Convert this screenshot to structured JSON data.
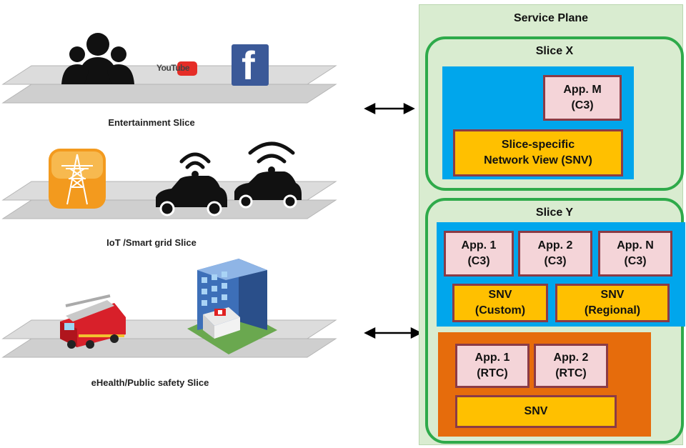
{
  "left_slices": [
    {
      "label": "Entertainment Slice"
    },
    {
      "label": "IoT /Smart grid Slice"
    },
    {
      "label": "eHealth/Public safety Slice"
    }
  ],
  "icons": {
    "youtube_text": "YouTube",
    "facebook_text": "f"
  },
  "service_plane": {
    "title": "Service Plane",
    "slice_x": {
      "title": "Slice X",
      "app_m": {
        "line1": "App. M",
        "line2": "(C3)"
      },
      "snv": {
        "line1": "Slice-specific",
        "line2": "Network View (SNV)"
      }
    },
    "slice_y": {
      "title": "Slice Y",
      "apps_c3": [
        {
          "line1": "App. 1",
          "line2": "(C3)"
        },
        {
          "line1": "App. 2",
          "line2": "(C3)"
        },
        {
          "line1": "App. N",
          "line2": "(C3)"
        }
      ],
      "snv_custom": {
        "line1": "SNV",
        "line2": "(Custom)"
      },
      "snv_regional": {
        "line1": "SNV",
        "line2": "(Regional)"
      },
      "apps_rtc": [
        {
          "line1": "App. 1",
          "line2": "(RTC)"
        },
        {
          "line1": "App. 2",
          "line2": "(RTC)"
        }
      ],
      "snv_rtc": {
        "line1": "SNV"
      }
    }
  },
  "colors": {
    "slice_border": "#2eaa4a",
    "plane_bg": "#d9ecd0",
    "blue_box": "#00a6ec",
    "orange_box": "#e66c0c",
    "app_fill": "#f4d4d8",
    "snv_fill": "#ffc000"
  }
}
